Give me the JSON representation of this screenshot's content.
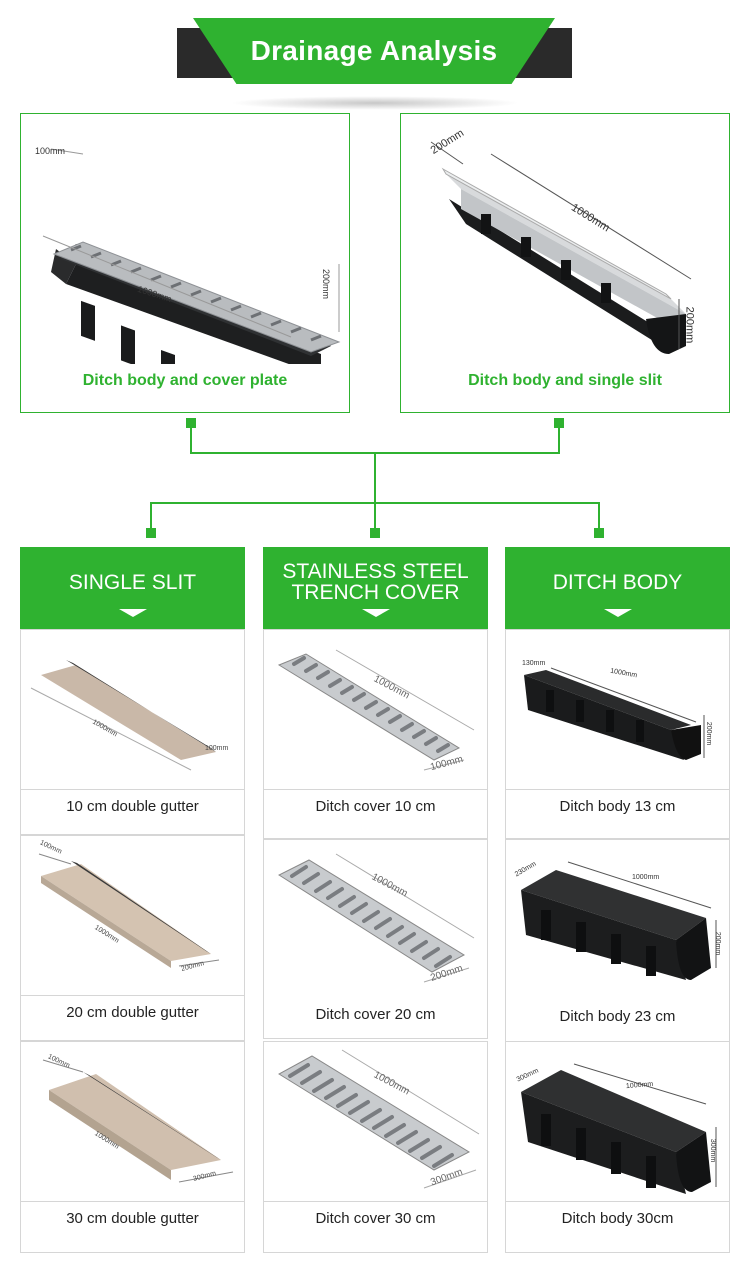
{
  "banner": {
    "title": "Drainage Analysis"
  },
  "top_panels": [
    {
      "caption": "Ditch body and cover plate",
      "dims": [
        "100mm",
        "1000mm",
        "200mm"
      ]
    },
    {
      "caption": "Ditch body and single slit",
      "dims": [
        "200mm",
        "1000mm",
        "200mm"
      ]
    }
  ],
  "columns": [
    {
      "heading": "SINGLE SLIT",
      "items": [
        {
          "label": "10 cm double gutter",
          "dims": [
            "1000mm",
            "100mm"
          ]
        },
        {
          "label": "20 cm double gutter",
          "dims": [
            "100mm",
            "1000mm",
            "200mm"
          ]
        },
        {
          "label": "30 cm double gutter",
          "dims": [
            "100mm",
            "1000mm",
            "300mm"
          ]
        }
      ]
    },
    {
      "heading_lines": [
        "STAINLESS STEEL",
        "TRENCH COVER"
      ],
      "items": [
        {
          "label": "Ditch cover 10 cm",
          "dims": [
            "1000mm",
            "100mm"
          ]
        },
        {
          "label": "Ditch cover 20 cm",
          "dims": [
            "1000mm",
            "200mm"
          ]
        },
        {
          "label": "Ditch cover 30 cm",
          "dims": [
            "1000mm",
            "300mm"
          ]
        }
      ]
    },
    {
      "heading": "DITCH BODY",
      "items": [
        {
          "label": "Ditch body 13 cm",
          "dims": [
            "130mm",
            "1000mm",
            "200mm"
          ]
        },
        {
          "label": "Ditch body 23 cm",
          "dims": [
            "230mm",
            "1000mm",
            "200mm"
          ]
        },
        {
          "label": "Ditch body 30cm",
          "dims": [
            "300mm",
            "1000mm",
            "300mm"
          ]
        }
      ]
    }
  ],
  "colors": {
    "accent": "#2fb230",
    "banner_dark": "#2a2a2a"
  }
}
